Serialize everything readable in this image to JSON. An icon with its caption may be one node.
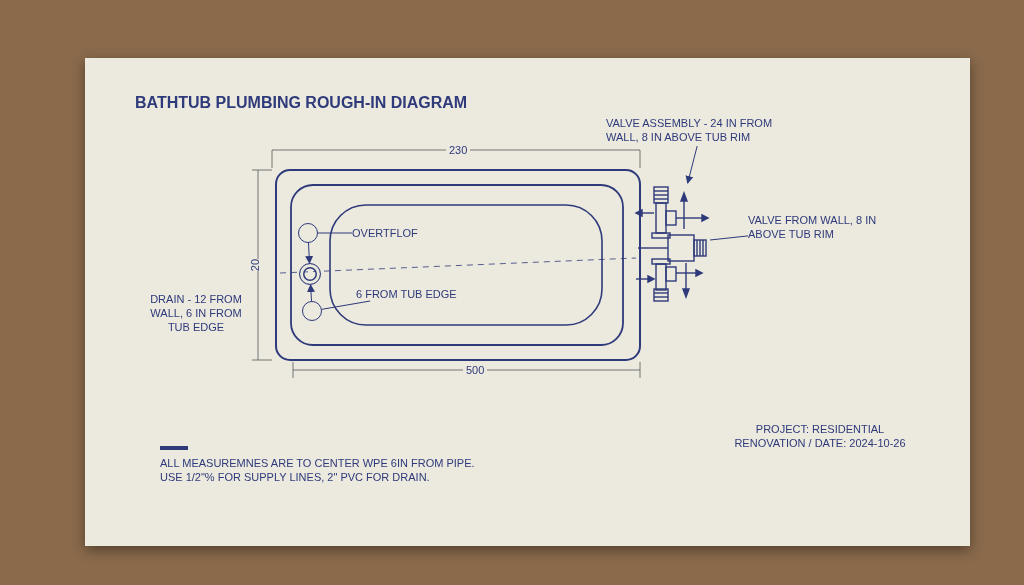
{
  "diagram": {
    "title": "BATHTUB PLUMBING ROUGH-IN DIAGRAM",
    "nodes": [
      {
        "text": [
          "VALVE ASSEMBLY - 24 IN FROM WALL, 8 IN ABOVE TUB RIM"
        ]
      },
      {
        "text": [],
        "shape": "picture"
      },
      {
        "text": [
          "VALVE FROM WALL, 8 IN ABOVE TUB RIM"
        ]
      },
      {
        "text": [
          "OVERTFLOF"
        ]
      },
      {
        "text": [],
        "shape": "circle"
      },
      {
        "text": [],
        "shape": "circle"
      },
      {
        "text": [],
        "shape": "circle"
      },
      {
        "text": [
          "6 FROM TUB EDGE"
        ]
      }
    ],
    "edges": [
      {
        "from": 0,
        "to": 1,
        "arrow": "to"
      },
      {
        "from": 2,
        "to": 1,
        "arrow": "none"
      },
      {
        "from": 3,
        "to": 4,
        "arrow": "none"
      },
      {
        "from": 7,
        "to": 6,
        "arrow": "none"
      },
      {
        "from": 4,
        "to": 5,
        "arrow": "to"
      },
      {
        "from": 6,
        "to": 5,
        "arrow": "to"
      }
    ],
    "labels": [
      "230",
      "20",
      "500",
      "DRAIN - 12 FROM WALL, 6 IN FROM TUB EDGE",
      "ALL MEASUREMNES ARE TO CENTER WPE 6IN FROM PIPE. USE 1/2\"% FOR SUPPLY LINES, 2\" PVC FOR DRAIN.",
      "PROJECT: RESIDENTIAL RENOVATION / DATE: 2024-10-26"
    ]
  }
}
